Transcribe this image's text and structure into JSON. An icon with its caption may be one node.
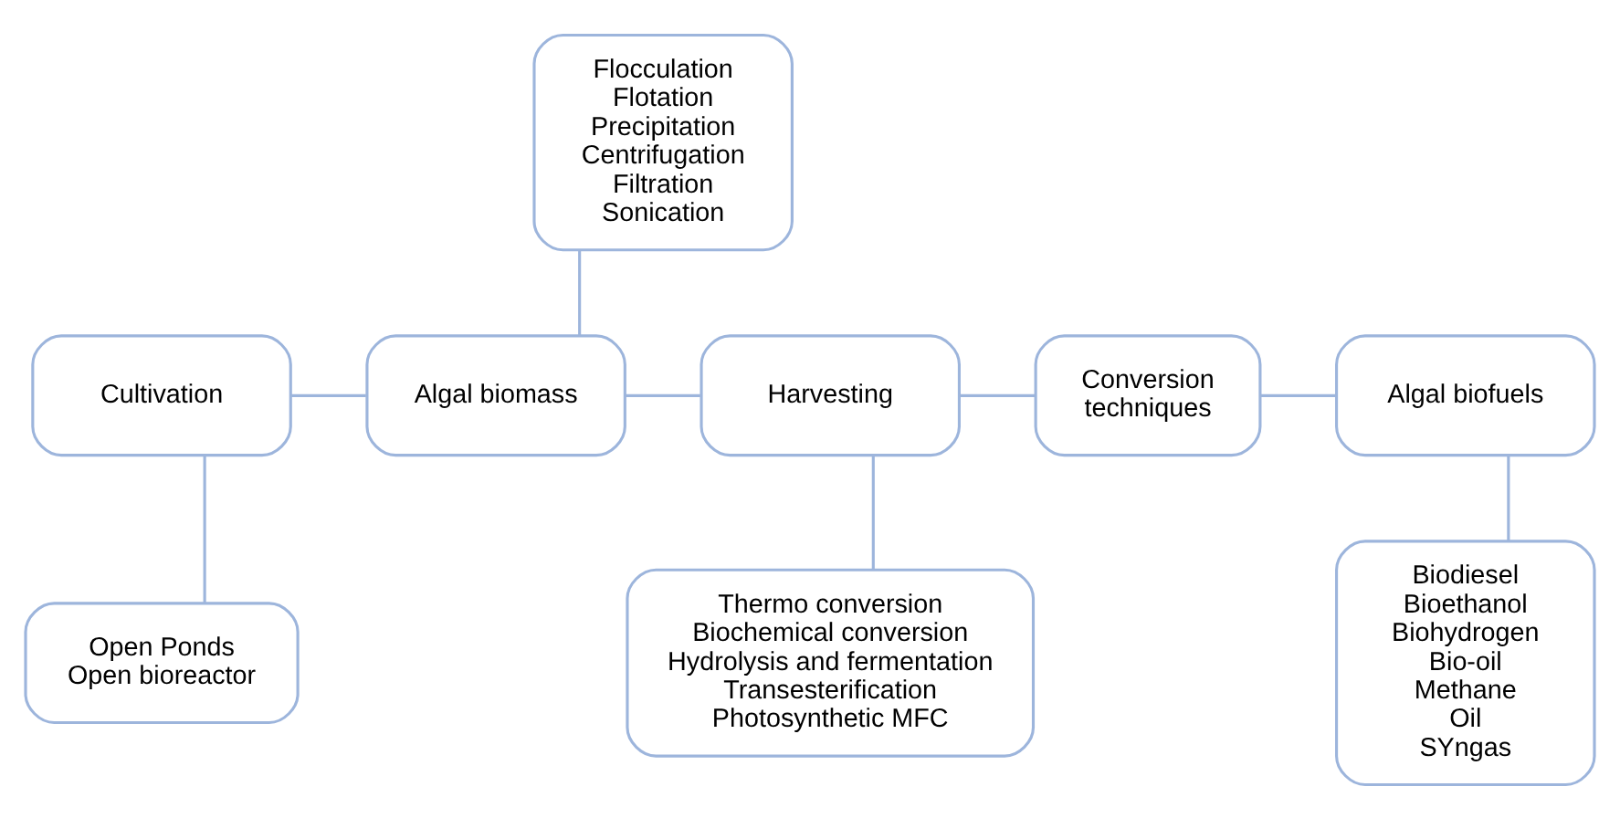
{
  "diagram": {
    "nodes": [
      {
        "text": [
          "Flocculation",
          "Flotation",
          "Precipitation",
          "Centrifugation",
          "Filtration",
          "Sonication"
        ]
      },
      {
        "text": [
          "Cultivation"
        ]
      },
      {
        "text": [
          "Algal biomass"
        ]
      },
      {
        "text": [
          "Harvesting"
        ]
      },
      {
        "text": [
          "Conversion techniques"
        ]
      },
      {
        "text": [
          "Algal biofuels"
        ]
      },
      {
        "text": [
          "Open Ponds",
          "Open bioreactor"
        ]
      },
      {
        "text": [
          "Thermo conversion",
          "Biochemical conversion",
          "Hydrolysis and fermentation",
          "Transesterification",
          "Photosynthetic MFC"
        ]
      },
      {
        "text": [
          "Biodiesel",
          "Bioethanol",
          "Biohydrogen",
          "Bio-oil",
          "Methane",
          "Oil",
          "SYngas"
        ]
      }
    ],
    "edges": [
      {
        "from": 1,
        "to": 2,
        "arrow": "none"
      },
      {
        "from": 2,
        "to": 3,
        "arrow": "none"
      },
      {
        "from": 2,
        "to": 0,
        "arrow": "none"
      },
      {
        "from": 3,
        "to": 4,
        "arrow": "none"
      },
      {
        "from": 3,
        "to": 7,
        "arrow": "none"
      },
      {
        "from": 4,
        "to": 5,
        "arrow": "none"
      },
      {
        "from": 1,
        "to": 6,
        "arrow": "none"
      },
      {
        "from": 5,
        "to": 8,
        "arrow": "none"
      }
    ]
  }
}
